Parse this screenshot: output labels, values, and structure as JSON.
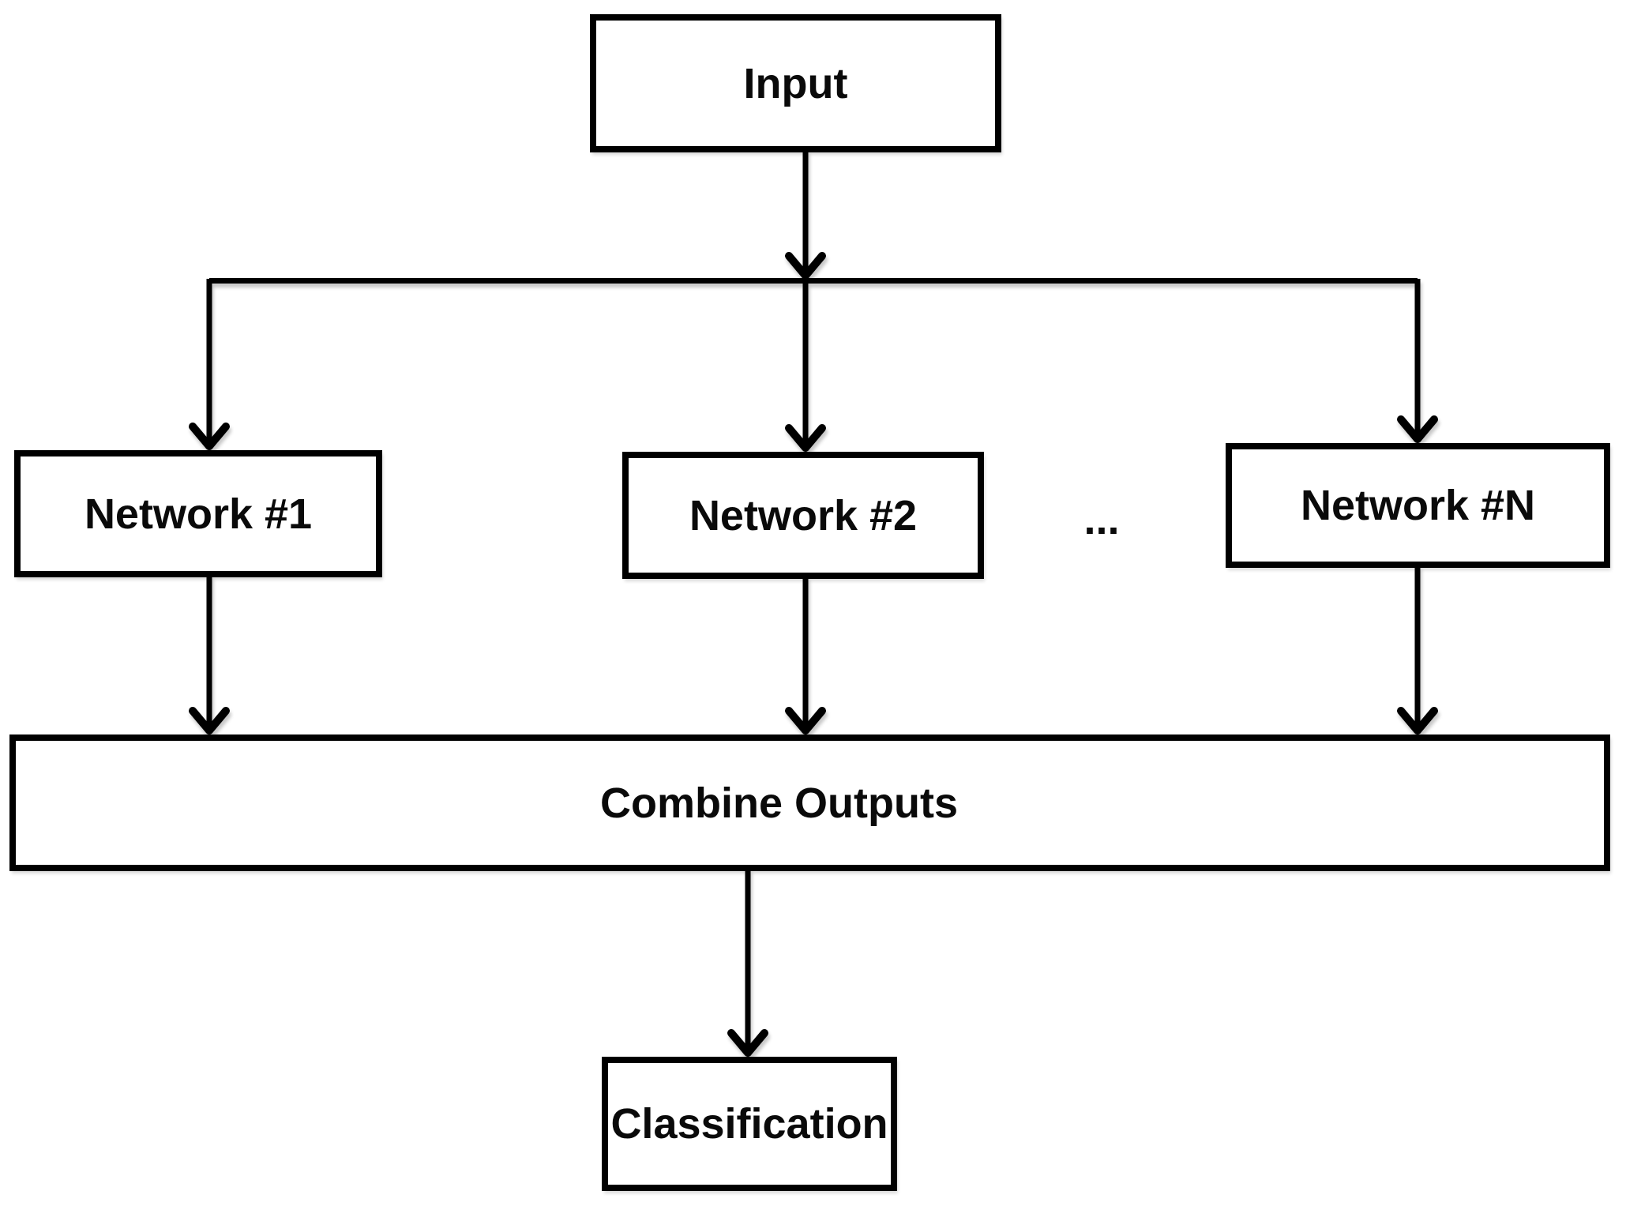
{
  "diagram": {
    "type": "flowchart",
    "nodes": {
      "input": {
        "label": "Input"
      },
      "network1": {
        "label": "Network #1"
      },
      "network2": {
        "label": "Network #2"
      },
      "ellipsis": {
        "label": "..."
      },
      "networkN": {
        "label": "Network #N"
      },
      "combine": {
        "label": "Combine Outputs"
      },
      "classification": {
        "label": "Classification"
      }
    },
    "edges": [
      {
        "from": "input",
        "to": "network1"
      },
      {
        "from": "input",
        "to": "network2"
      },
      {
        "from": "input",
        "to": "networkN"
      },
      {
        "from": "network1",
        "to": "combine"
      },
      {
        "from": "network2",
        "to": "combine"
      },
      {
        "from": "networkN",
        "to": "combine"
      },
      {
        "from": "combine",
        "to": "classification"
      }
    ],
    "colors": {
      "line": "#000000",
      "box_border": "#000000",
      "box_fill": "#ffffff",
      "text": "#000000",
      "background": "#ffffff"
    }
  }
}
